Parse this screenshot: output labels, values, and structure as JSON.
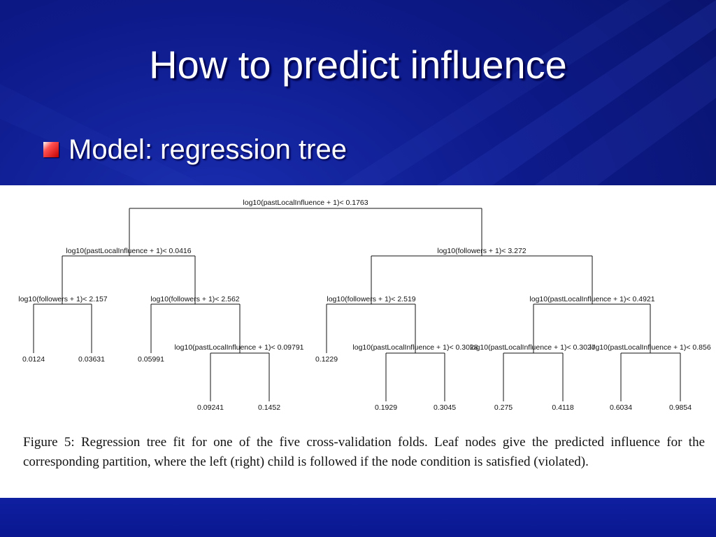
{
  "slide": {
    "title": "How to predict influence",
    "bullet": "Model: regression tree",
    "colors": {
      "background": "#0d1a8a",
      "bullet": "#d01010",
      "text": "#ffffff"
    }
  },
  "tree": {
    "splits": [
      {
        "id": "n0",
        "label": "log10(pastLocalInfluence + 1)< 0.1763"
      },
      {
        "id": "n1",
        "label": "log10(pastLocalInfluence + 1)< 0.0416"
      },
      {
        "id": "n2",
        "label": "log10(followers + 1)< 3.272"
      },
      {
        "id": "n3",
        "label": "log10(followers + 1)< 2.157"
      },
      {
        "id": "n4",
        "label": "log10(followers + 1)< 2.562"
      },
      {
        "id": "n5",
        "label": "log10(followers + 1)< 2.519"
      },
      {
        "id": "n6",
        "label": "log10(pastLocalInfluence + 1)< 0.4921"
      },
      {
        "id": "n7",
        "label": "log10(pastLocalInfluence + 1)< 0.09791"
      },
      {
        "id": "n8",
        "label": "log10(pastLocalInfluence + 1)< 0.3028"
      },
      {
        "id": "n9",
        "label": "log10(pastLocalInfluence + 1)< 0.3027"
      },
      {
        "id": "n10",
        "label": "log10(pastLocalInfluence + 1)< 0.856"
      }
    ],
    "leaves": [
      {
        "id": "l0",
        "label": "0.0124"
      },
      {
        "id": "l1",
        "label": "0.03631"
      },
      {
        "id": "l2",
        "label": "0.05991"
      },
      {
        "id": "l3",
        "label": "0.09241"
      },
      {
        "id": "l4",
        "label": "0.1452"
      },
      {
        "id": "l5",
        "label": "0.1229"
      },
      {
        "id": "l6",
        "label": "0.1929"
      },
      {
        "id": "l7",
        "label": "0.3045"
      },
      {
        "id": "l8",
        "label": "0.275"
      },
      {
        "id": "l9",
        "label": "0.4118"
      },
      {
        "id": "l10",
        "label": "0.6034"
      },
      {
        "id": "l11",
        "label": "0.9854"
      }
    ]
  },
  "figure": {
    "caption": "Figure 5: Regression tree fit for one of the five cross-validation folds. Leaf nodes give the predicted influence for the corresponding partition, where the left (right) child is followed if the node condition is satisfied (violated)."
  }
}
